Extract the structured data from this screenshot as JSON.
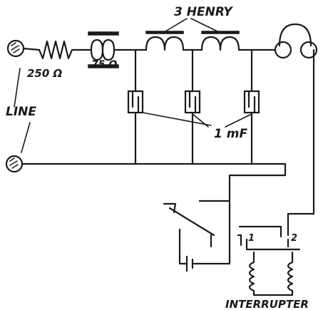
{
  "labels": {
    "line": "LINE",
    "resistor": "250 Ω",
    "coil": "75 Ω",
    "inductance": "3 HENRY",
    "capacitance": "1 mF",
    "interrupter": "INTERRUPTER",
    "contact_1": "1",
    "contact_2": "2"
  },
  "colors": {
    "ink": "#1a1a1a",
    "background": "#ffffff"
  }
}
